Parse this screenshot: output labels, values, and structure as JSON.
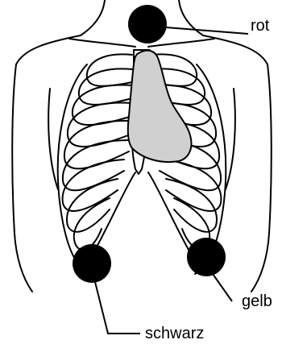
{
  "labels": {
    "red": "rot",
    "yellow": "gelb",
    "black": "schwarz"
  },
  "colors": {
    "outline": "#000000",
    "heart_fill": "#d0d0d0",
    "electrode": "#000000",
    "background": "#ffffff"
  }
}
